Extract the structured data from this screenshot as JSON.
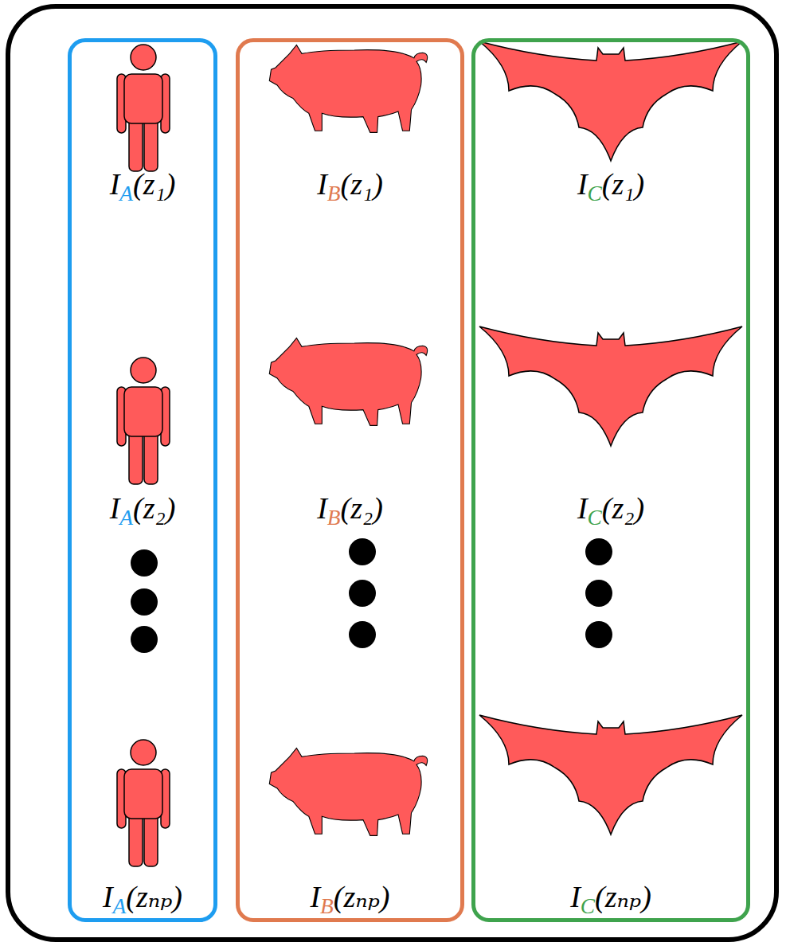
{
  "diagram": {
    "nodes": [
      {
        "text": [
          "IA(z₁)",
          "IA(z₂)",
          "IA(zₙₚ)"
        ]
      },
      {
        "text": [
          "IB(z₁)",
          "IB(z₂)",
          "IB(zₙₚ)"
        ]
      },
      {
        "text": [
          "IC(z₁)",
          "IC(z₂)",
          "IC(zₙₚ)"
        ]
      }
    ]
  }
}
